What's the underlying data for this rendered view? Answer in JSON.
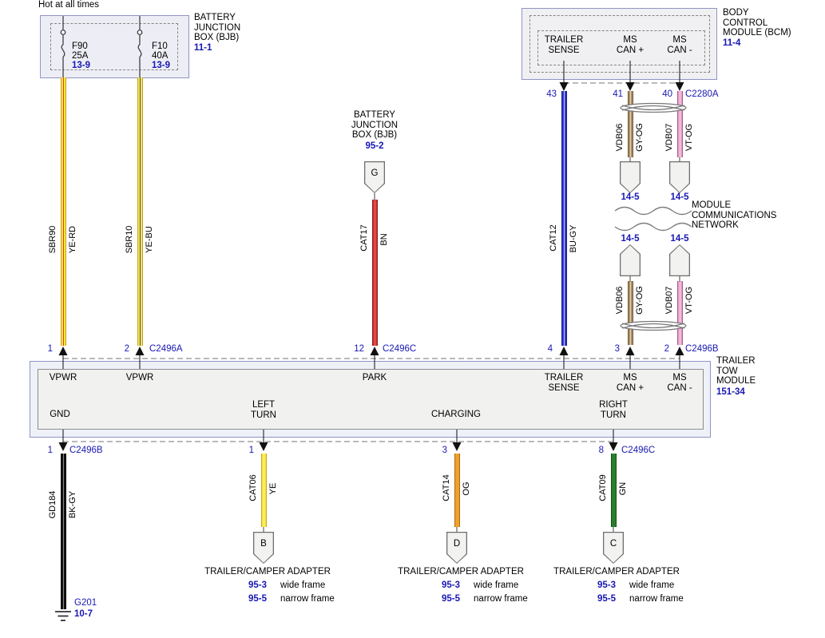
{
  "header": {
    "hot_note": "Hot at all times"
  },
  "colors": {
    "reference_blue": "#1717b3",
    "box_border_purple": "#9193c6",
    "wire_yellow": "#f6e63e",
    "wire_red": "#d03434",
    "wire_blue": "#2f38cc",
    "wire_tan_gyog": "#aa8b60",
    "wire_pink_vtog": "#e8a2ca",
    "wire_orange": "#f0a228",
    "wire_green": "#2b7f2b",
    "wire_black": "#111111"
  },
  "bjb_top": {
    "name": "BATTERY\nJUNCTION\nBOX (BJB)",
    "ref": "11-1",
    "fuse1": {
      "id": "F90",
      "rating": "25A",
      "ref": "13-9"
    },
    "fuse2": {
      "id": "F10",
      "rating": "40A",
      "ref": "13-9"
    }
  },
  "bcm": {
    "name": "BODY\nCONTROL\nMODULE (BCM)",
    "ref": "11-4",
    "port_trailer_sense": "TRAILER\nSENSE",
    "port_ms_can_plus": "MS\nCAN +",
    "port_ms_can_minus": "MS\nCAN -",
    "pin_43": "43",
    "pin_41": "41",
    "pin_40": "40",
    "connector": "C2280A"
  },
  "bjb_mid": {
    "name": "BATTERY\nJUNCTION\nBOX (BJB)",
    "ref": "95-2",
    "terminal": "G"
  },
  "network": {
    "name": "MODULE\nCOMMUNICATIONS\nNETWORK",
    "ref": "14-5"
  },
  "wires": {
    "sbr90": {
      "circuit": "SBR90",
      "color": "YE-RD"
    },
    "sbr10": {
      "circuit": "SBR10",
      "color": "YE-BU"
    },
    "cat17": {
      "circuit": "CAT17",
      "color": "BN"
    },
    "cat12": {
      "circuit": "CAT12",
      "color": "BU-GY"
    },
    "vdb06": {
      "circuit": "VDB06",
      "color": "GY-OG"
    },
    "vdb07": {
      "circuit": "VDB07",
      "color": "VT-OG"
    },
    "gd184": {
      "circuit": "GD184",
      "color": "BK-GY"
    },
    "cat06": {
      "circuit": "CAT06",
      "color": "YE"
    },
    "cat14": {
      "circuit": "CAT14",
      "color": "OG"
    },
    "cat09": {
      "circuit": "CAT09",
      "color": "GN"
    }
  },
  "ttm": {
    "name": "TRAILER\nTOW\nMODULE",
    "ref": "151-34",
    "vpwr": "VPWR",
    "park": "PARK",
    "trailer_sense": "TRAILER\nSENSE",
    "ms_can_plus": "MS\nCAN +",
    "ms_can_minus": "MS\nCAN -",
    "gnd": "GND",
    "left_turn": "LEFT\nTURN",
    "charging": "CHARGING",
    "right_turn": "RIGHT\nTURN",
    "pin_1": "1",
    "pin_2": "2",
    "pin_12": "12",
    "pin_4": "4",
    "pin_3": "3",
    "pin_2b": "2",
    "pin_gnd": "1",
    "pin_left": "1",
    "pin_chg": "3",
    "pin_right": "8",
    "conn_a": "C2496A",
    "conn_b": "C2496B",
    "conn_c": "C2496C"
  },
  "ground": {
    "id": "G201",
    "ref": "10-7"
  },
  "adapter": {
    "label": "TRAILER/CAMPER ADAPTER",
    "ref_wide": "95-3",
    "wide": "wide frame",
    "ref_narrow": "95-5",
    "narrow": "narrow frame",
    "terminal_b": "B",
    "terminal_d": "D",
    "terminal_c": "C"
  }
}
